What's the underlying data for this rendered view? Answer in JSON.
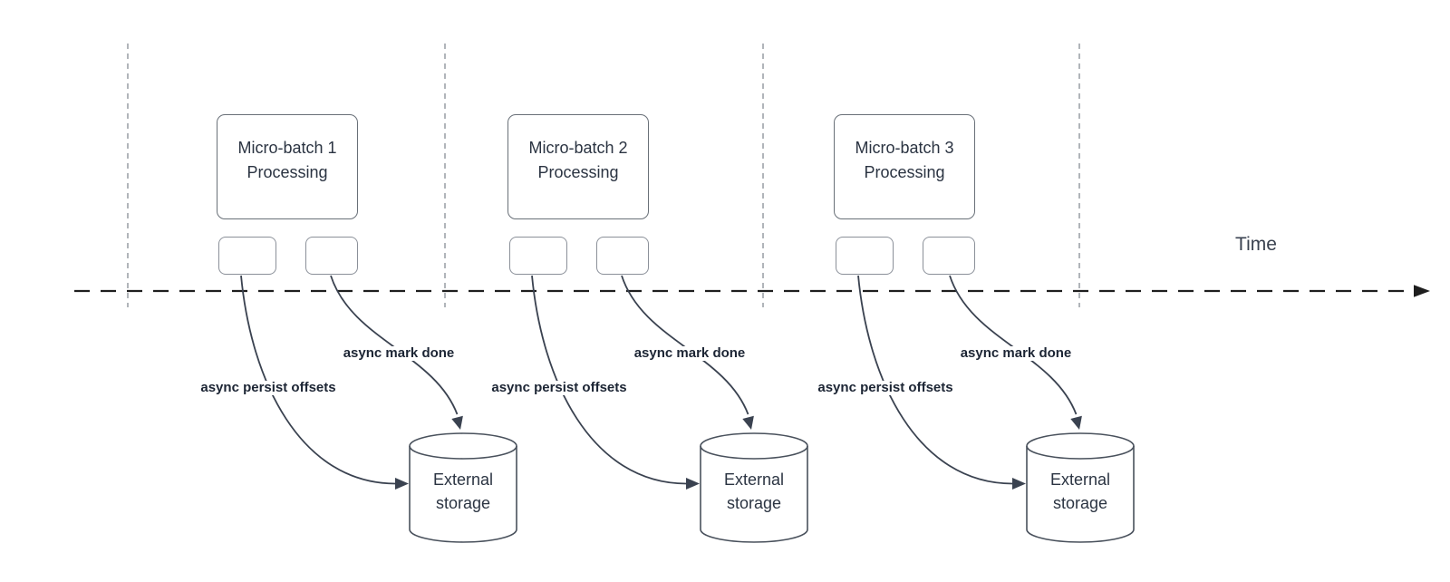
{
  "diagram": {
    "time_axis_label": "Time",
    "batches": [
      {
        "title": "Micro-batch 1 Processing",
        "persist_label": "async persist offsets",
        "done_label": "async mark done",
        "storage_label": "External storage"
      },
      {
        "title": "Micro-batch 2 Processing",
        "persist_label": "async persist offsets",
        "done_label": "async mark done",
        "storage_label": "External storage"
      },
      {
        "title": "Micro-batch 3 Processing",
        "persist_label": "async persist offsets",
        "done_label": "async mark done",
        "storage_label": "External storage"
      }
    ]
  },
  "colors": {
    "bg": "#ffffff",
    "ink": "#2b3442",
    "label": "#1c2534",
    "stroke_box": "#697078",
    "stroke_small": "#8b9099",
    "stroke_cyl": "#49515c",
    "stroke_curve": "#3a4250",
    "timeline": "#1e1e1e",
    "guide": "#b1b5ba"
  }
}
